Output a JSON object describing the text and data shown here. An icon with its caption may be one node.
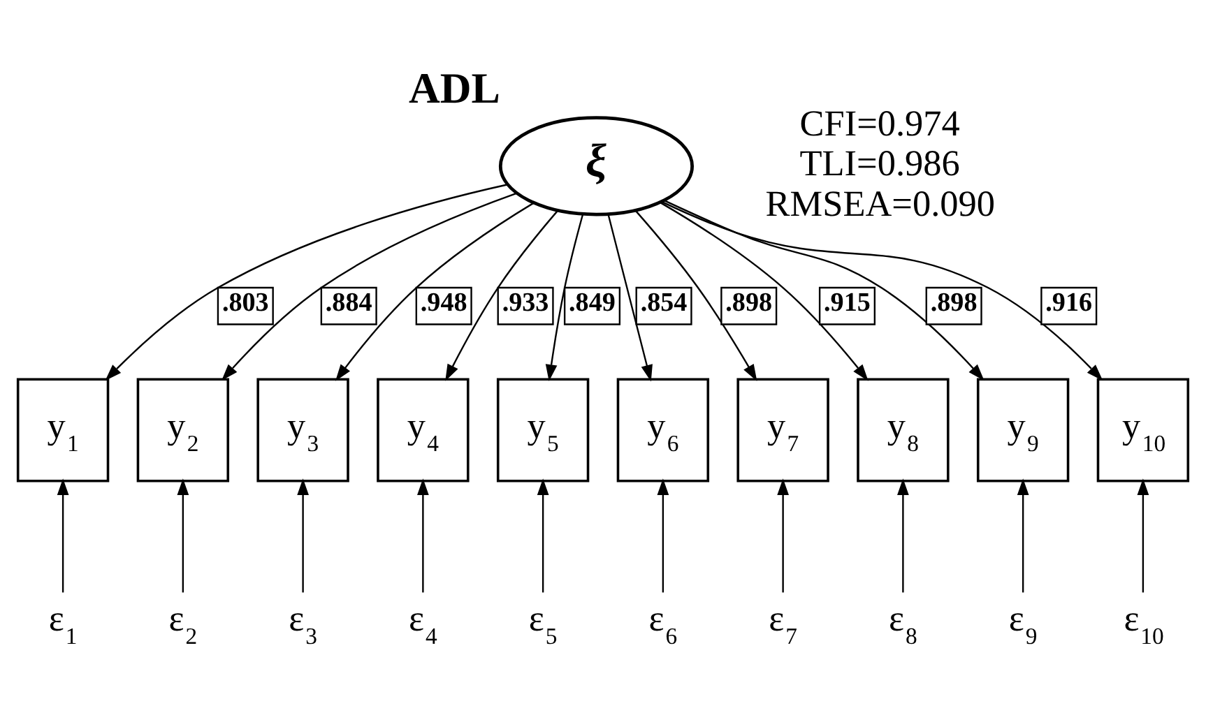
{
  "diagram": {
    "nodes": [
      {
        "text": [
          "ADL",
          "ξ"
        ]
      },
      {
        "text": [
          "y$_{1}$"
        ]
      },
      {
        "text": [
          "y$_{2}$"
        ]
      },
      {
        "text": [
          "y$_{3}$"
        ]
      },
      {
        "text": [
          "y$_{4}$"
        ]
      },
      {
        "text": [
          "y$_{5}$"
        ]
      },
      {
        "text": [
          "y$_{6}$"
        ]
      },
      {
        "text": [
          "y$_{7}$"
        ]
      },
      {
        "text": [
          "y$_{8}$"
        ]
      },
      {
        "text": [
          "y$_{9}$"
        ]
      },
      {
        "text": [
          "y$_{10}$"
        ]
      },
      {
        "text": [
          "ε$_{1}$"
        ]
      },
      {
        "text": [
          "ε$_{2}$"
        ]
      },
      {
        "text": [
          "ε$_{3}$"
        ]
      },
      {
        "text": [
          "ε$_{4}$"
        ]
      },
      {
        "text": [
          "ε$_{5}$"
        ]
      },
      {
        "text": [
          "ε$_{6}$"
        ]
      },
      {
        "text": [
          "ε$_{7}$"
        ]
      },
      {
        "text": [
          "ε$_{8}$"
        ]
      },
      {
        "text": [
          "ε$_{9}$"
        ]
      },
      {
        "text": [
          "ε$_{10}$"
        ]
      }
    ],
    "edges": [
      {
        "from": 0,
        "to": 1,
        "arrow": "to",
        "label": ".803"
      },
      {
        "from": 0,
        "to": 2,
        "arrow": "to",
        "label": ".884"
      },
      {
        "from": 0,
        "to": 3,
        "arrow": "to",
        "label": ".948"
      },
      {
        "from": 0,
        "to": 4,
        "arrow": "to",
        "label": ".933"
      },
      {
        "from": 0,
        "to": 5,
        "arrow": "to",
        "label": ".849"
      },
      {
        "from": 0,
        "to": 6,
        "arrow": "to",
        "label": ".854"
      },
      {
        "from": 0,
        "to": 7,
        "arrow": "to",
        "label": ".898"
      },
      {
        "from": 0,
        "to": 8,
        "arrow": "to",
        "label": ".915"
      },
      {
        "from": 0,
        "to": 9,
        "arrow": "to",
        "label": ".898"
      },
      {
        "from": 0,
        "to": 10,
        "arrow": "to",
        "label": ".916"
      },
      {
        "from": 11,
        "to": 1,
        "arrow": "to"
      },
      {
        "from": 12,
        "to": 2,
        "arrow": "to"
      },
      {
        "from": 13,
        "to": 3,
        "arrow": "to"
      },
      {
        "from": 14,
        "to": 4,
        "arrow": "to"
      },
      {
        "from": 15,
        "to": 5,
        "arrow": "to"
      },
      {
        "from": 16,
        "to": 6,
        "arrow": "to"
      },
      {
        "from": 17,
        "to": 7,
        "arrow": "to"
      },
      {
        "from": 18,
        "to": 8,
        "arrow": "to"
      },
      {
        "from": 19,
        "to": 9,
        "arrow": "to"
      },
      {
        "from": 20,
        "to": 10,
        "arrow": "to"
      }
    ],
    "labels": [
      "CFI=0.974",
      "TLI=0.986",
      "RMSEA=0.090"
    ]
  }
}
